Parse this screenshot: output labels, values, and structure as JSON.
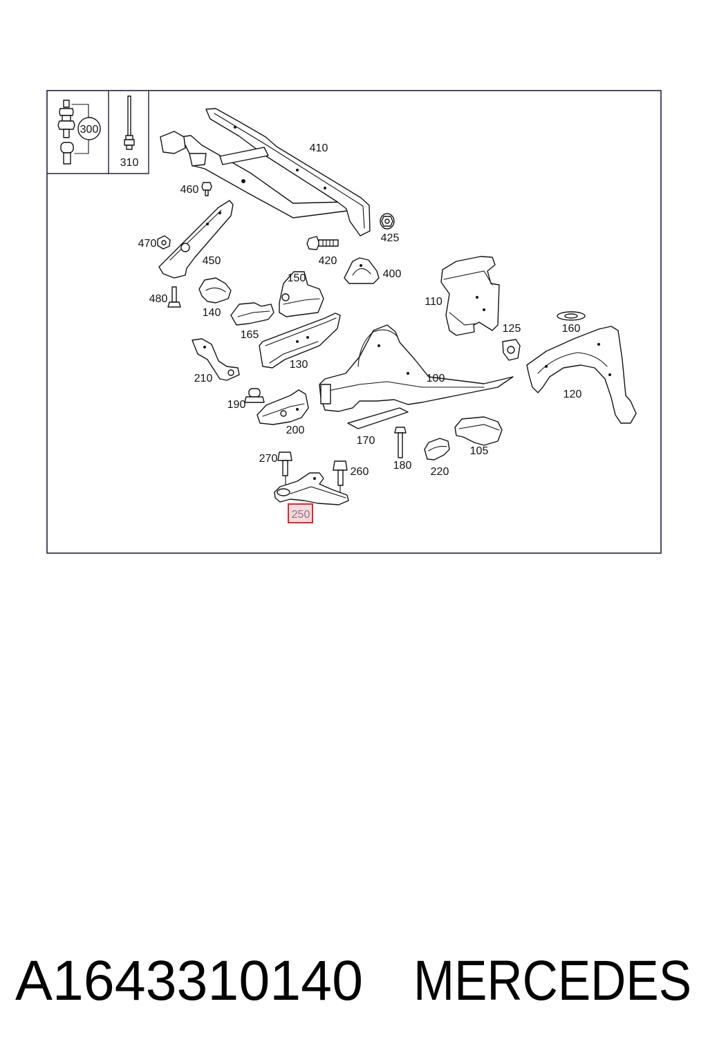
{
  "diagram": {
    "inset_callouts": [
      "300",
      "310"
    ],
    "callouts": [
      "410",
      "460",
      "470",
      "450",
      "420",
      "425",
      "400",
      "150",
      "480",
      "140",
      "165",
      "110",
      "125",
      "160",
      "130",
      "210",
      "100",
      "120",
      "190",
      "200",
      "170",
      "180",
      "220",
      "105",
      "270",
      "260"
    ],
    "highlighted_callout": "250",
    "colors": {
      "frame": "#202040",
      "lines": "#111111",
      "highlight_border": "#e0262e",
      "highlight_fill": "#f8dadc",
      "highlight_text": "#8c7080"
    }
  },
  "footer": {
    "part_number": "A1643310140",
    "brand": "MERCEDES"
  }
}
